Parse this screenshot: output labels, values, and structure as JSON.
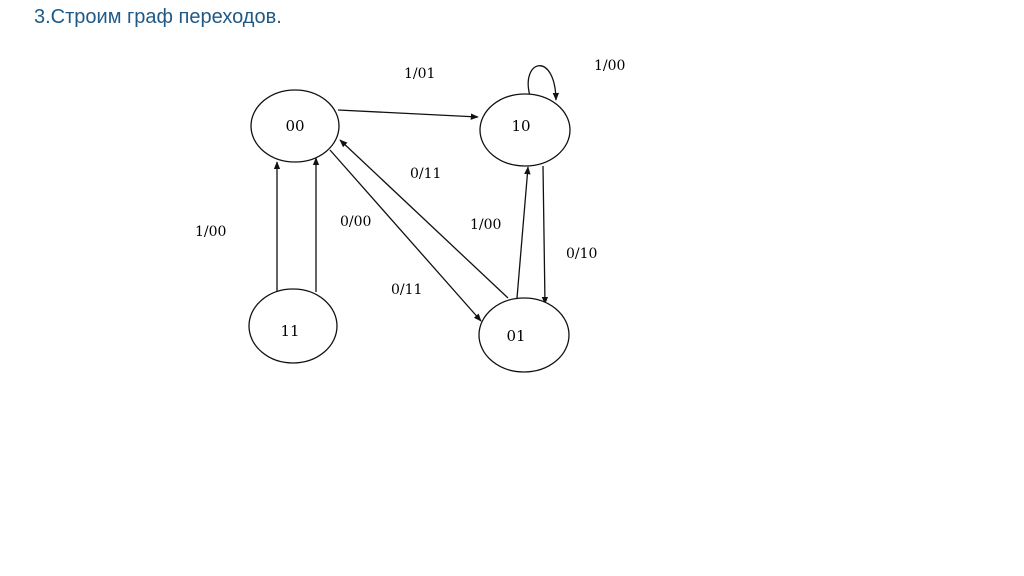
{
  "title": "3.Строим граф переходов.",
  "states": [
    {
      "id": "s00",
      "label": "00"
    },
    {
      "id": "s10",
      "label": "10"
    },
    {
      "id": "s11",
      "label": "11"
    },
    {
      "id": "s01",
      "label": "01"
    }
  ],
  "transitions": [
    {
      "id": "t00_10",
      "from": "00",
      "to": "10",
      "label": "1/01"
    },
    {
      "id": "t10_10",
      "from": "10",
      "to": "10",
      "label": "1/00"
    },
    {
      "id": "t01_00",
      "from": "01",
      "to": "00",
      "label": "0/11"
    },
    {
      "id": "t11_00_a",
      "from": "11",
      "to": "00",
      "label": "1/00"
    },
    {
      "id": "t11_00_b",
      "from": "11",
      "to": "00",
      "label": "0/00"
    },
    {
      "id": "t01_10",
      "from": "01",
      "to": "10",
      "label": "1/00"
    },
    {
      "id": "t10_01",
      "from": "10",
      "to": "01",
      "label": "0/10"
    },
    {
      "id": "t00_01",
      "from": "00",
      "to": "01",
      "label": "0/11"
    }
  ]
}
